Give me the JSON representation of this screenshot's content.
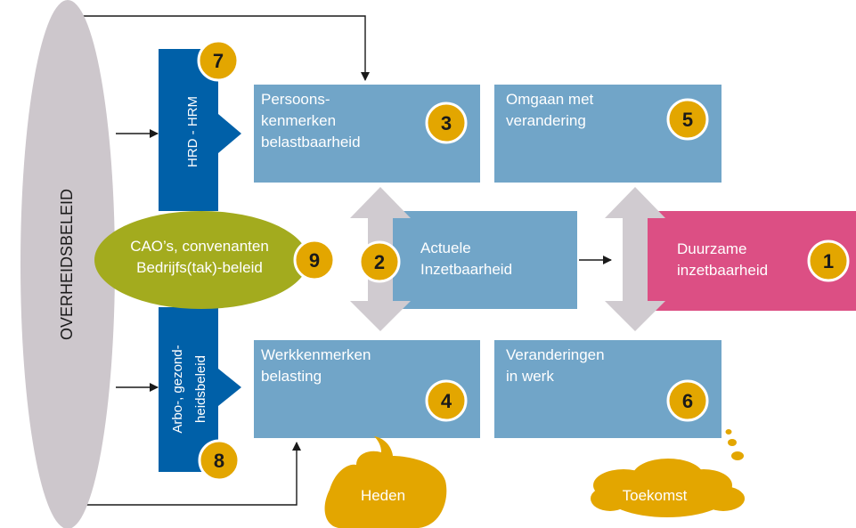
{
  "overheidsbeleid": "OVERHEIDSBELEID",
  "hrd_label": "HRD - HRM",
  "arbo_label": [
    "Arbo-, gezond-",
    "heidsbeleid"
  ],
  "cao_label": [
    "CAO’s, convenanten",
    "Bedrijfs(tak)-beleid"
  ],
  "boxes": {
    "persoonskenmerken": [
      "Persoons-",
      "kenmerken",
      "belastbaarheid"
    ],
    "omgaan": [
      "Omgaan met",
      "verandering"
    ],
    "actuele": [
      "Actuele",
      "Inzetbaarheid"
    ],
    "duurzame": [
      "Duurzame",
      "inzetbaarheid"
    ],
    "werkkenmerken": [
      "Werkkenmerken",
      "belasting"
    ],
    "veranderingen": [
      "Veranderingen",
      "in werk"
    ]
  },
  "numbers": {
    "n1": "1",
    "n2": "2",
    "n3": "3",
    "n4": "4",
    "n5": "5",
    "n6": "6",
    "n7": "7",
    "n8": "8",
    "n9": "9"
  },
  "heden": "Heden",
  "toekomst": "Toekomst",
  "colors": {
    "box_blue": "#71a5c8",
    "dark_blue": "#0060a8",
    "pink": "#dc4f84",
    "gold": "#e3a600",
    "olive": "#a3ab1e",
    "grey": "#cdc7cc",
    "bidir_arrow": "#d0cbd0"
  }
}
